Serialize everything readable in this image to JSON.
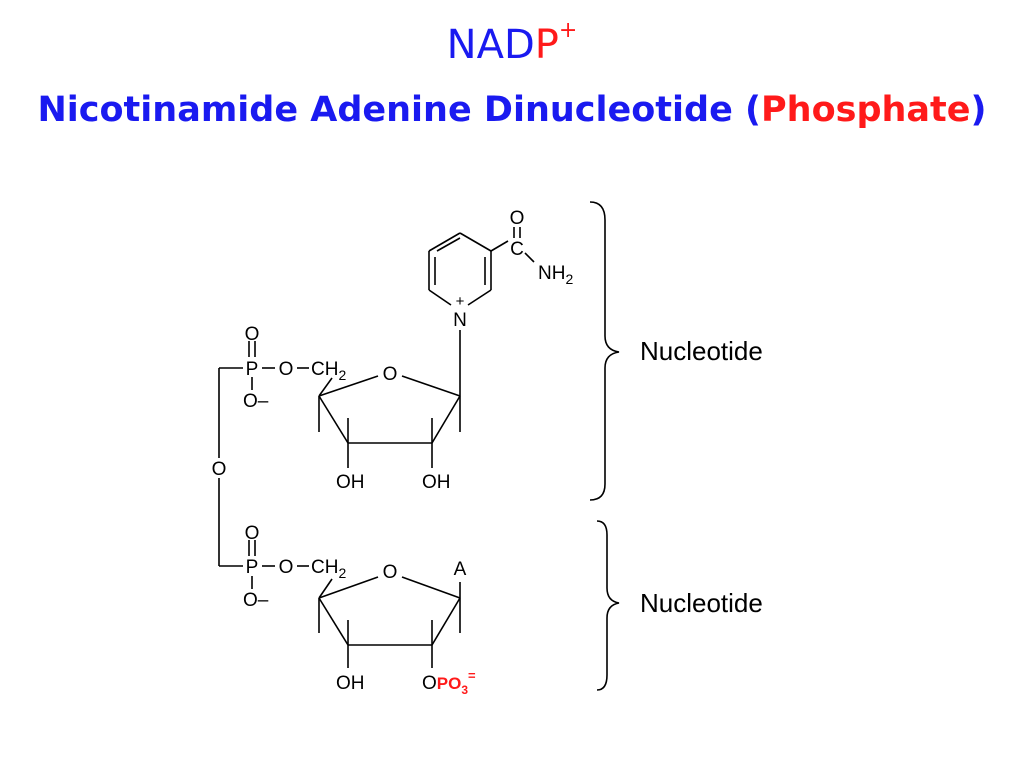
{
  "title": {
    "abbr_main": "NAD",
    "abbr_p": "P",
    "abbr_plus": "+",
    "full_main": "Nicotinamide Adenine Dinucleotide (",
    "full_phosphate": "Phosphate",
    "full_close": ")"
  },
  "atoms": {
    "o": "O",
    "o_minus": "O–",
    "p": "P",
    "ch": "CH",
    "sub2": "2",
    "oh": "OH",
    "n": "N",
    "plus": "+",
    "c": "C",
    "nh": "NH",
    "a": "A",
    "po": "PO",
    "sub3": "3",
    "charge": "="
  },
  "braces": {
    "upper_label": "Nucleotide",
    "lower_label": "Nucleotide"
  },
  "colors": {
    "title_blue": "#1a1af0",
    "highlight_red": "#ff1a1a",
    "structure": "#000000"
  }
}
